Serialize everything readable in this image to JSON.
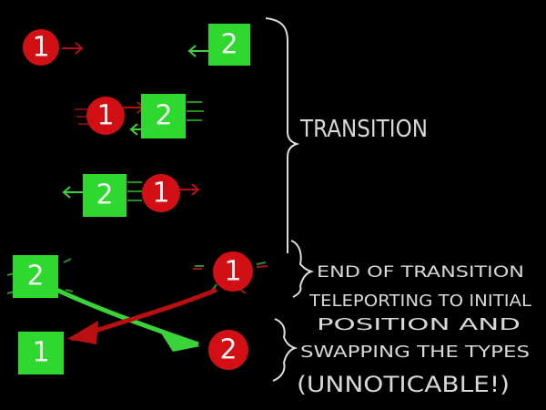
{
  "tokens": {
    "one": "1",
    "two": "2"
  },
  "labels": {
    "transition": "TRANSITION",
    "end_of_transition": "END OF TRANSITION",
    "note_line1": "TELEPORTING TO INITIAL",
    "note_line2": "POSITION AND",
    "note_line3": "SWAPPING THE TYPES",
    "note_line4": "(UNNOTICABLE!)"
  },
  "colors": {
    "background": "#000000",
    "circle_fill": "#d10f14",
    "square_fill": "#2ed82e",
    "red_arrow": "#b81010",
    "green_arrow": "#3ad33a",
    "brace": "#dddddd",
    "text": "#d8d8d8"
  }
}
